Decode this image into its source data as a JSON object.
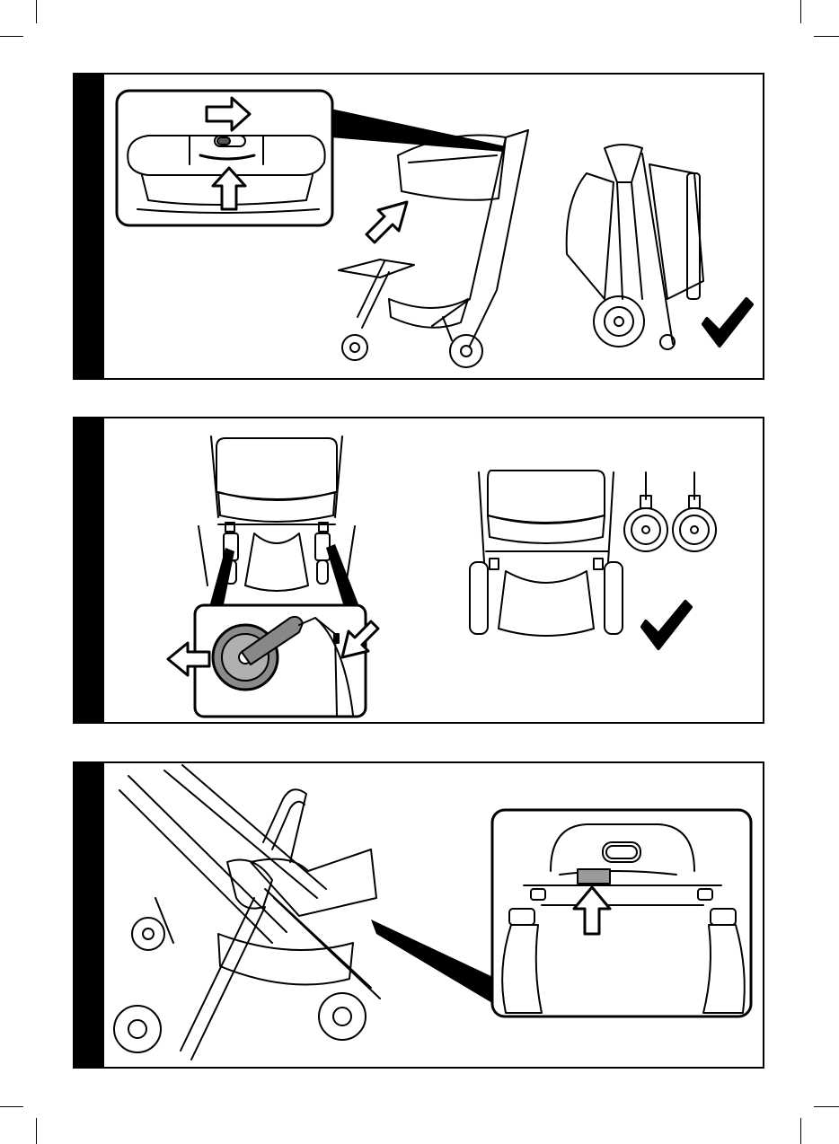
{
  "document": {
    "type": "assembly-instructions",
    "steps": [
      {
        "id": 1,
        "illustration": "fold-stroller",
        "result": "check-mark-icon"
      },
      {
        "id": 2,
        "illustration": "remove-front-wheels",
        "result": "check-mark-icon"
      },
      {
        "id": 3,
        "illustration": "underseat-basket-detail"
      }
    ]
  },
  "colors": {
    "ink": "#000000",
    "paper": "#ffffff",
    "wheel_fill": "#8a8a8a",
    "label_fill": "#9a9a9a"
  }
}
